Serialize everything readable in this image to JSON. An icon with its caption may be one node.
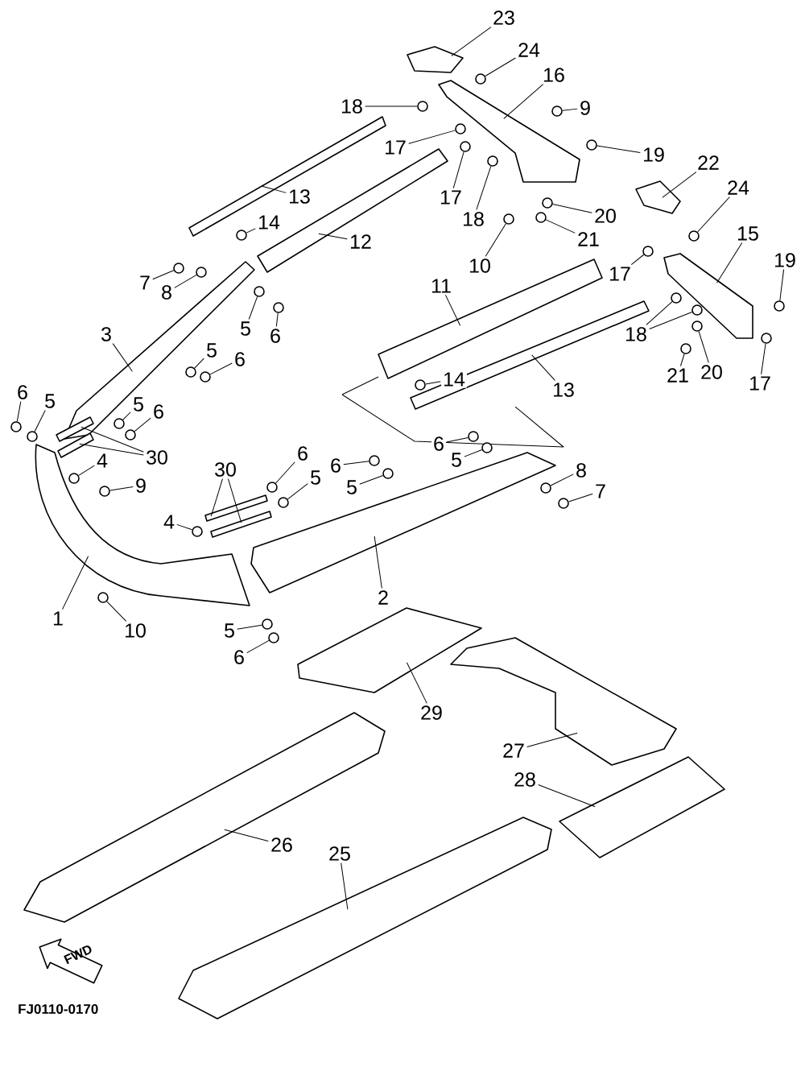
{
  "diagram": {
    "nodes": [
      {
        "text": [
          "23"
        ]
      },
      {
        "text": [
          "24"
        ]
      },
      {
        "text": [
          "16"
        ]
      },
      {
        "text": [
          "18"
        ]
      },
      {
        "text": [
          "9"
        ]
      },
      {
        "text": [
          "17"
        ]
      },
      {
        "text": [
          "19"
        ]
      },
      {
        "text": [
          "13"
        ]
      },
      {
        "text": [
          "17"
        ]
      },
      {
        "text": [
          "18"
        ]
      },
      {
        "text": [
          "22"
        ]
      },
      {
        "text": [
          "24"
        ]
      },
      {
        "text": [
          "20"
        ]
      },
      {
        "text": [
          "21"
        ]
      },
      {
        "text": [
          "14"
        ]
      },
      {
        "text": [
          "12"
        ]
      },
      {
        "text": [
          "10"
        ]
      },
      {
        "text": [
          "15"
        ]
      },
      {
        "text": [
          "19"
        ]
      },
      {
        "text": [
          "17"
        ]
      },
      {
        "text": [
          "7"
        ]
      },
      {
        "text": [
          "8"
        ]
      },
      {
        "text": [
          "3"
        ]
      },
      {
        "text": [
          "5"
        ]
      },
      {
        "text": [
          "6"
        ]
      },
      {
        "text": [
          "11"
        ]
      },
      {
        "text": [
          "18"
        ]
      },
      {
        "text": [
          "5"
        ]
      },
      {
        "text": [
          "6"
        ]
      },
      {
        "text": [
          "21"
        ]
      },
      {
        "text": [
          "20"
        ]
      },
      {
        "text": [
          "17"
        ]
      },
      {
        "text": [
          "14"
        ]
      },
      {
        "text": [
          "13"
        ]
      },
      {
        "text": [
          "6"
        ]
      },
      {
        "text": [
          "5"
        ]
      },
      {
        "text": [
          "5"
        ]
      },
      {
        "text": [
          "6"
        ]
      },
      {
        "text": [
          "30"
        ]
      },
      {
        "text": [
          "6"
        ]
      },
      {
        "text": [
          "5"
        ]
      },
      {
        "text": [
          "4"
        ]
      },
      {
        "text": [
          "9"
        ]
      },
      {
        "text": [
          "30"
        ]
      },
      {
        "text": [
          "6"
        ]
      },
      {
        "text": [
          "6"
        ]
      },
      {
        "text": [
          "5"
        ]
      },
      {
        "text": [
          "5"
        ]
      },
      {
        "text": [
          "8"
        ]
      },
      {
        "text": [
          "7"
        ]
      },
      {
        "text": [
          "4"
        ]
      },
      {
        "text": [
          "1"
        ]
      },
      {
        "text": [
          "10"
        ]
      },
      {
        "text": [
          "2"
        ]
      },
      {
        "text": [
          "5"
        ]
      },
      {
        "text": [
          "6"
        ]
      },
      {
        "text": [
          "29"
        ]
      },
      {
        "text": [
          "27"
        ]
      },
      {
        "text": [
          "28"
        ]
      },
      {
        "text": [
          "26"
        ]
      },
      {
        "text": [
          "25"
        ]
      },
      {
        "text": [],
        "shape": "picture"
      },
      {
        "text": [],
        "shape": "circle"
      },
      {
        "text": [],
        "shape": "picture"
      },
      {
        "text": [],
        "shape": "circle"
      },
      {
        "text": [],
        "shape": "circle"
      },
      {
        "text": [],
        "shape": "circle"
      },
      {
        "text": [],
        "shape": "circle"
      },
      {
        "text": [],
        "shape": "picture"
      },
      {
        "text": [],
        "shape": "circle"
      },
      {
        "text": [],
        "shape": "circle"
      },
      {
        "text": [],
        "shape": "picture"
      },
      {
        "text": [],
        "shape": "circle"
      },
      {
        "text": [],
        "shape": "circle"
      },
      {
        "text": [],
        "shape": "circle"
      },
      {
        "text": [],
        "shape": "circle"
      },
      {
        "text": [],
        "shape": "picture"
      },
      {
        "text": [],
        "shape": "circle"
      },
      {
        "text": [],
        "shape": "picture"
      },
      {
        "text": [],
        "shape": "circle"
      },
      {
        "text": [],
        "shape": "circle"
      },
      {
        "text": [],
        "shape": "circle"
      },
      {
        "text": [],
        "shape": "circle"
      },
      {
        "text": [],
        "shape": "picture"
      },
      {
        "text": [],
        "shape": "circle"
      },
      {
        "text": [],
        "shape": "circle"
      },
      {
        "text": [],
        "shape": "picture"
      },
      {
        "text": [],
        "shape": "circle"
      },
      {
        "text": [],
        "shape": "circle"
      },
      {
        "text": [],
        "shape": "circle"
      },
      {
        "text": [],
        "shape": "circle"
      },
      {
        "text": [],
        "shape": "circle"
      },
      {
        "text": [],
        "shape": "circle"
      },
      {
        "text": [],
        "shape": "circle"
      },
      {
        "text": [],
        "shape": "circle"
      },
      {
        "text": [],
        "shape": "picture"
      },
      {
        "text": [],
        "shape": "circle"
      },
      {
        "text": [],
        "shape": "circle"
      },
      {
        "text": [],
        "shape": "circle"
      },
      {
        "text": [],
        "shape": "circle"
      },
      {
        "text": [],
        "shape": "bar"
      },
      {
        "text": [],
        "shape": "bar"
      },
      {
        "text": [],
        "shape": "circle"
      },
      {
        "text": [],
        "shape": "circle"
      },
      {
        "text": [],
        "shape": "circle"
      },
      {
        "text": [],
        "shape": "circle"
      },
      {
        "text": [],
        "shape": "bar"
      },
      {
        "text": [],
        "shape": "bar"
      },
      {
        "text": [],
        "shape": "circle"
      },
      {
        "text": [],
        "shape": "circle"
      },
      {
        "text": [],
        "shape": "circle"
      },
      {
        "text": [],
        "shape": "circle"
      },
      {
        "text": [],
        "shape": "circle"
      },
      {
        "text": [],
        "shape": "circle"
      },
      {
        "text": [],
        "shape": "circle"
      },
      {
        "text": [],
        "shape": "picture"
      },
      {
        "text": [],
        "shape": "circle"
      },
      {
        "text": [],
        "shape": "picture"
      },
      {
        "text": [],
        "shape": "circle"
      },
      {
        "text": [],
        "shape": "circle"
      },
      {
        "text": [],
        "shape": "picture"
      },
      {
        "text": [],
        "shape": "picture"
      },
      {
        "text": [],
        "shape": "picture"
      },
      {
        "text": [],
        "shape": "picture"
      },
      {
        "text": [],
        "shape": "picture"
      }
    ],
    "edges": [
      {
        "from": 0,
        "to": 61,
        "arrow": "none"
      },
      {
        "from": 1,
        "to": 62,
        "arrow": "none"
      },
      {
        "from": 2,
        "to": 63,
        "arrow": "none"
      },
      {
        "from": 3,
        "to": 64,
        "arrow": "none"
      },
      {
        "from": 4,
        "to": 65,
        "arrow": "none"
      },
      {
        "from": 5,
        "to": 66,
        "arrow": "none"
      },
      {
        "from": 6,
        "to": 67,
        "arrow": "none"
      },
      {
        "from": 7,
        "to": 68,
        "arrow": "none"
      },
      {
        "from": 8,
        "to": 69,
        "arrow": "none"
      },
      {
        "from": 9,
        "to": 70,
        "arrow": "none"
      },
      {
        "from": 10,
        "to": 71,
        "arrow": "none"
      },
      {
        "from": 11,
        "to": 72,
        "arrow": "none"
      },
      {
        "from": 12,
        "to": 73,
        "arrow": "none"
      },
      {
        "from": 13,
        "to": 74,
        "arrow": "none"
      },
      {
        "from": 14,
        "to": 75,
        "arrow": "none"
      },
      {
        "from": 15,
        "to": 76,
        "arrow": "none"
      },
      {
        "from": 16,
        "to": 77,
        "arrow": "none"
      },
      {
        "from": 17,
        "to": 78,
        "arrow": "none"
      },
      {
        "from": 18,
        "to": 79,
        "arrow": "none"
      },
      {
        "from": 19,
        "to": 80,
        "arrow": "none"
      },
      {
        "from": 20,
        "to": 81,
        "arrow": "none"
      },
      {
        "from": 21,
        "to": 82,
        "arrow": "none"
      },
      {
        "from": 22,
        "to": 83,
        "arrow": "none"
      },
      {
        "from": 23,
        "to": 84,
        "arrow": "none"
      },
      {
        "from": 24,
        "to": 85,
        "arrow": "none"
      },
      {
        "from": 25,
        "to": 86,
        "arrow": "none"
      },
      {
        "from": 26,
        "to": 87,
        "arrow": "none"
      },
      {
        "from": 26,
        "to": 88,
        "arrow": "none"
      },
      {
        "from": 27,
        "to": 89,
        "arrow": "none"
      },
      {
        "from": 28,
        "to": 90,
        "arrow": "none"
      },
      {
        "from": 29,
        "to": 91,
        "arrow": "none"
      },
      {
        "from": 30,
        "to": 92,
        "arrow": "none"
      },
      {
        "from": 31,
        "to": 93,
        "arrow": "none"
      },
      {
        "from": 32,
        "to": 94,
        "arrow": "none"
      },
      {
        "from": 33,
        "to": 95,
        "arrow": "none"
      },
      {
        "from": 34,
        "to": 96,
        "arrow": "none"
      },
      {
        "from": 35,
        "to": 97,
        "arrow": "none"
      },
      {
        "from": 36,
        "to": 98,
        "arrow": "none"
      },
      {
        "from": 37,
        "to": 99,
        "arrow": "none"
      },
      {
        "from": 38,
        "to": 100,
        "arrow": "none"
      },
      {
        "from": 38,
        "to": 101,
        "arrow": "none"
      },
      {
        "from": 39,
        "to": 102,
        "arrow": "none"
      },
      {
        "from": 40,
        "to": 103,
        "arrow": "none"
      },
      {
        "from": 41,
        "to": 104,
        "arrow": "none"
      },
      {
        "from": 42,
        "to": 105,
        "arrow": "none"
      },
      {
        "from": 43,
        "to": 106,
        "arrow": "none"
      },
      {
        "from": 43,
        "to": 107,
        "arrow": "none"
      },
      {
        "from": 44,
        "to": 108,
        "arrow": "none"
      },
      {
        "from": 45,
        "to": 109,
        "arrow": "none"
      },
      {
        "from": 46,
        "to": 110,
        "arrow": "none"
      },
      {
        "from": 47,
        "to": 111,
        "arrow": "none"
      },
      {
        "from": 48,
        "to": 112,
        "arrow": "none"
      },
      {
        "from": 49,
        "to": 113,
        "arrow": "none"
      },
      {
        "from": 50,
        "to": 114,
        "arrow": "none"
      },
      {
        "from": 51,
        "to": 115,
        "arrow": "none"
      },
      {
        "from": 52,
        "to": 116,
        "arrow": "none"
      },
      {
        "from": 53,
        "to": 117,
        "arrow": "none"
      },
      {
        "from": 54,
        "to": 118,
        "arrow": "none"
      },
      {
        "from": 55,
        "to": 119,
        "arrow": "none"
      },
      {
        "from": 56,
        "to": 120,
        "arrow": "none"
      },
      {
        "from": 57,
        "to": 121,
        "arrow": "none"
      },
      {
        "from": 58,
        "to": 122,
        "arrow": "none"
      },
      {
        "from": 59,
        "to": 123,
        "arrow": "none"
      },
      {
        "from": 60,
        "to": 124,
        "arrow": "none"
      }
    ],
    "labels": [
      "FWD",
      "FJ0110-0170"
    ]
  }
}
